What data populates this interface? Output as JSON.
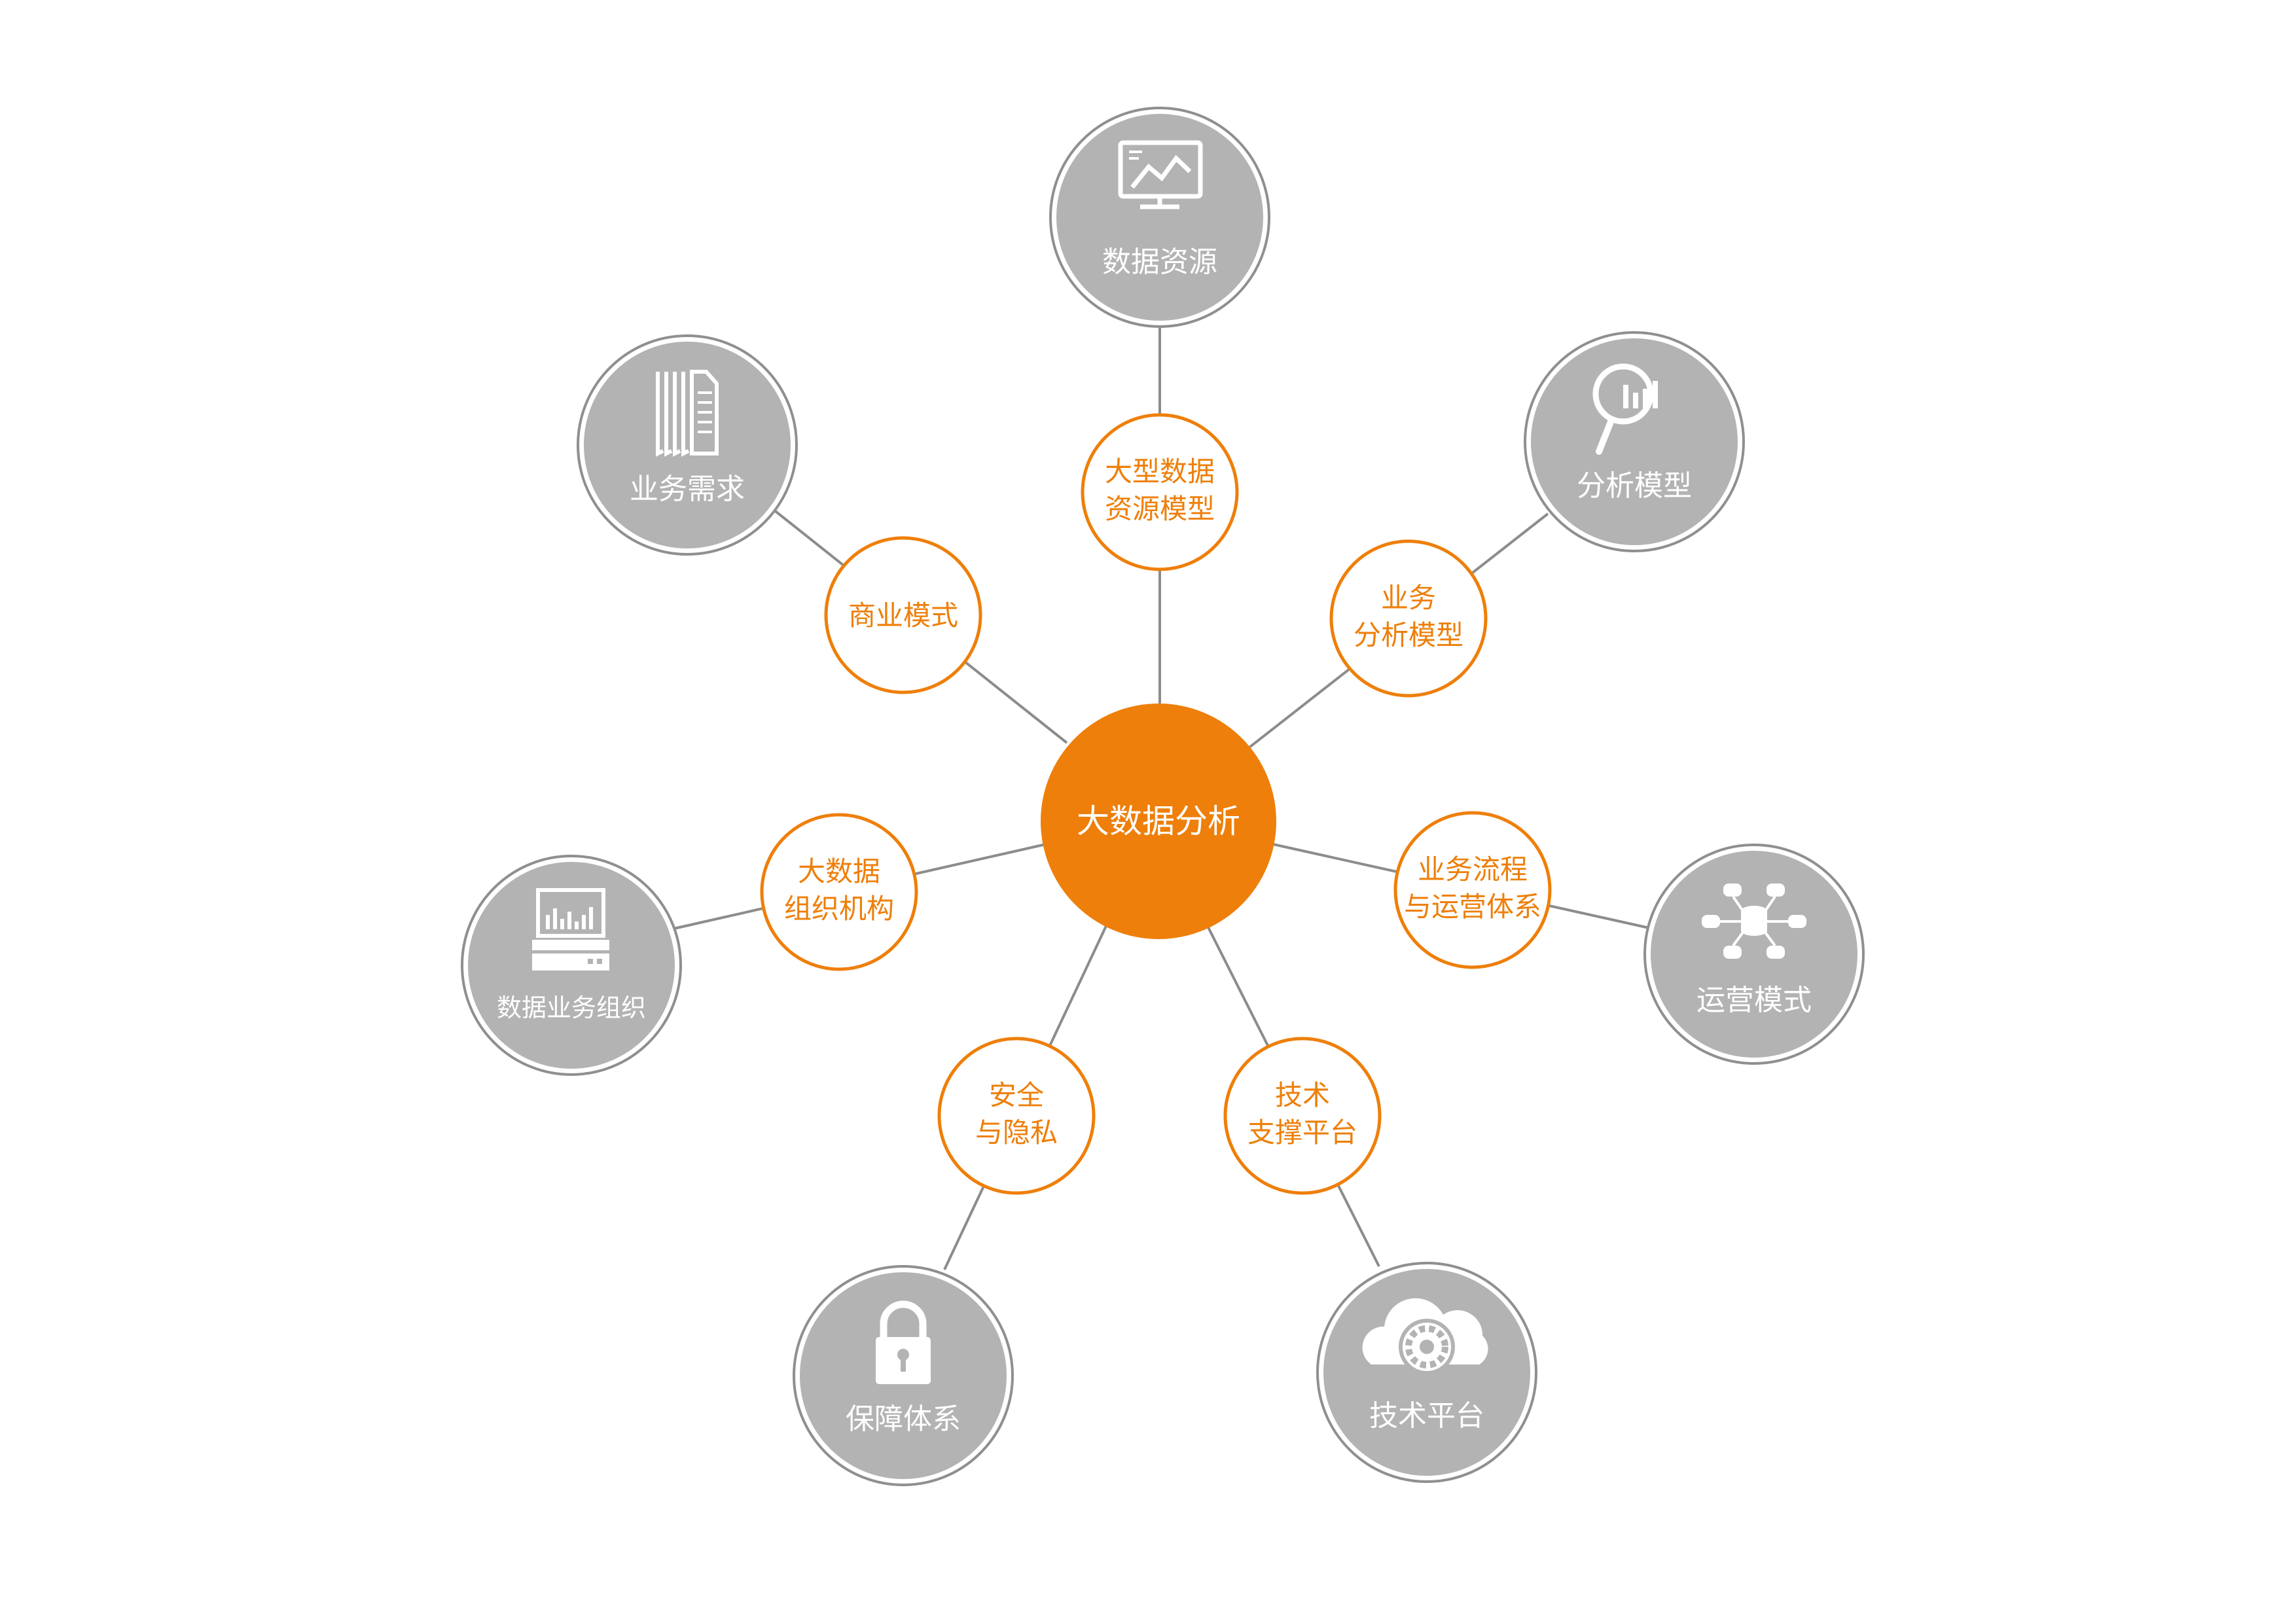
{
  "colors": {
    "accent": "#ee7f0a",
    "node_gray": "#b3b3b3",
    "ring_gray": "#8f8f8f",
    "line_gray": "#8c8c8c",
    "icon_white": "#ffffff"
  },
  "center": {
    "label": "大数据分析"
  },
  "branches": [
    {
      "id": "data-resource",
      "mid": [
        "大型数据",
        "资源模型"
      ],
      "outer": "数据资源",
      "icon": "monitor-chart-icon"
    },
    {
      "id": "analysis-model",
      "mid": [
        "业务",
        "分析模型"
      ],
      "outer": "分析模型",
      "icon": "magnifier-chart-icon"
    },
    {
      "id": "operation-model",
      "mid": [
        "业务流程",
        "与运营体系"
      ],
      "outer": "运营模式",
      "icon": "database-network-icon"
    },
    {
      "id": "tech-platform",
      "mid": [
        "技术",
        "支撑平台"
      ],
      "outer": "技术平台",
      "icon": "cloud-gear-icon"
    },
    {
      "id": "security",
      "mid": [
        "安全",
        "与隐私"
      ],
      "outer": "保障体系",
      "icon": "padlock-icon"
    },
    {
      "id": "data-org",
      "mid": [
        "大数据",
        "组织机构"
      ],
      "outer": "数据业务组织",
      "icon": "server-monitor-icon"
    },
    {
      "id": "business-need",
      "mid": [
        "商业模式"
      ],
      "outer": "业务需求",
      "icon": "documents-icon"
    }
  ]
}
